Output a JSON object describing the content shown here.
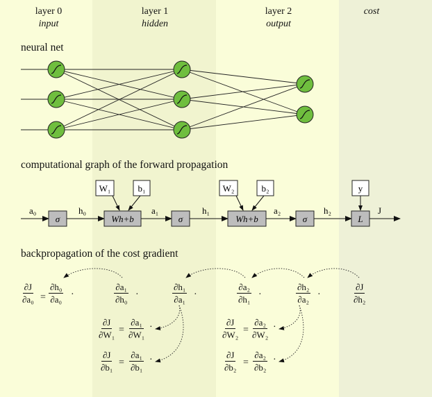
{
  "layers": [
    {
      "title": "layer 0",
      "subtitle": "input"
    },
    {
      "title": "layer 1",
      "subtitle": "hidden"
    },
    {
      "title": "layer 2",
      "subtitle": "output"
    },
    {
      "title": "",
      "subtitle": "cost"
    }
  ],
  "sections": {
    "neural_net": "neural net",
    "forward": "computational graph of the forward propagation",
    "backprop": "backpropagation of the cost gradient"
  },
  "forward_graph": {
    "a0": "a₀",
    "h0": "h₀",
    "a1": "a₁",
    "h1": "h₁",
    "a2": "a₂",
    "h2": "h₂",
    "J": "J",
    "sigma": "σ",
    "wh_b": "Wh+b",
    "loss": "L",
    "W1": "W₁",
    "b1": "b₁",
    "W2": "W₂",
    "b2": "b₂",
    "y": "y"
  },
  "backprop": {
    "eq": "=",
    "dot": "·",
    "dJ_da0": {
      "num": "∂J",
      "den": "∂a₀"
    },
    "dh0_da0": {
      "num": "∂h₀",
      "den": "∂a₀"
    },
    "da1_dh0": {
      "num": "∂a₁",
      "den": "∂h₀"
    },
    "dh1_da1": {
      "num": "∂h₁",
      "den": "∂a₁"
    },
    "da2_dh1": {
      "num": "∂a₂",
      "den": "∂h₁"
    },
    "dh2_da2": {
      "num": "∂h₂",
      "den": "∂a₂"
    },
    "dJ_dh2": {
      "num": "∂J",
      "den": "∂h₂"
    },
    "dJ_dW1": {
      "num": "∂J",
      "den": "∂W₁"
    },
    "da1_dW1": {
      "num": "∂a₁",
      "den": "∂W₁"
    },
    "dJ_db1": {
      "num": "∂J",
      "den": "∂b₁"
    },
    "da1_db1": {
      "num": "∂a₁",
      "den": "∂b₁"
    },
    "dJ_dW2": {
      "num": "∂J",
      "den": "∂W₂"
    },
    "da2_dW2": {
      "num": "∂a₂",
      "den": "∂W₂"
    },
    "dJ_db2": {
      "num": "∂J",
      "den": "∂b₂"
    },
    "da2_db2": {
      "num": "∂a₂",
      "den": "∂b₂"
    }
  },
  "colors": {
    "neuron_fill": "#6fbe3e",
    "box_fill": "#bdbdbd",
    "band_light": "#fafdd9",
    "band_dark": "#f1f4cf",
    "band_cost": "#eef1d7"
  },
  "icons": {
    "neuron": "sigmoid-neuron-icon"
  }
}
